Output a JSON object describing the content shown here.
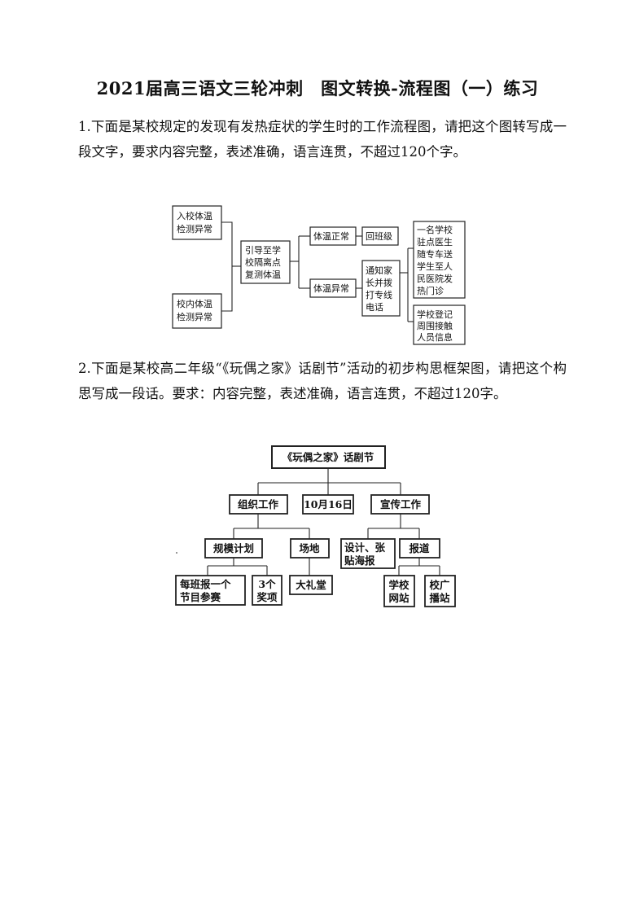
{
  "title": "2021届高三语文三轮冲刺　图文转换-流程图（一）练习",
  "q1": {
    "text": "1.下面是某校规定的发现有发热症状的学生时的工作流程图，请把这个图转写成一段文字，要求内容完整，表述准确，语言连贯，不超过120个字。",
    "nodes": {
      "entry_check": [
        "入校体温",
        "检测异常"
      ],
      "campus_check": [
        "校内体温",
        "检测异常"
      ],
      "isolate": [
        "引导至学",
        "校隔离点",
        "复测体温"
      ],
      "normal": "体温正常",
      "back_class": "回班级",
      "abnormal": "体温异常",
      "notify": [
        "通知家",
        "长并拨",
        "打专线",
        "电话"
      ],
      "doctor": [
        "一名学校",
        "驻点医生",
        "随专车送",
        "学生至人",
        "民医院发",
        "热门诊"
      ],
      "register": [
        "学校登记",
        "周围接触",
        "人员信息"
      ]
    }
  },
  "q2": {
    "text": "2.下面是某校高二年级“《玩偶之家》话剧节”活动的初步构思框架图，请把这个构思写成一段话。要求：内容完整，表述准确，语言连贯，不超过120字。",
    "nodes": {
      "root": "《玩偶之家》话剧节",
      "organize": "组织工作",
      "date": "10月16日",
      "publicity": "宣传工作",
      "plan": "规模计划",
      "venue": "场地",
      "design": [
        "设计、张",
        "贴海报"
      ],
      "report": "报道",
      "each_class": [
        "每班报一个",
        "节目参赛"
      ],
      "awards": [
        "3个",
        "奖项"
      ],
      "hall": "大礼堂",
      "school_web": [
        "学校",
        "网站"
      ],
      "radio": [
        "校广",
        "播站"
      ]
    }
  }
}
